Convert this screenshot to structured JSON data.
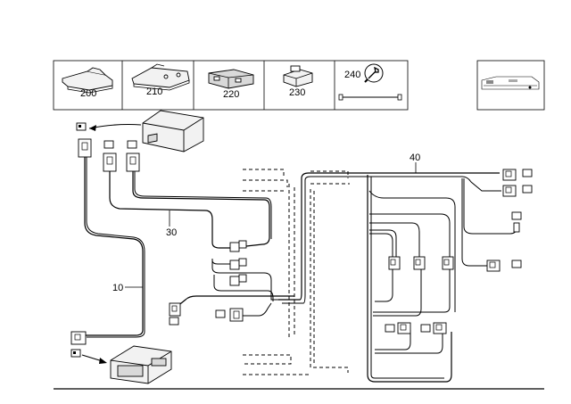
{
  "thumbnails": [
    {
      "label": "200",
      "icon": "connector-housing-icon"
    },
    {
      "label": "210",
      "icon": "bracket-icon"
    },
    {
      "label": "220",
      "icon": "connector-block-icon"
    },
    {
      "label": "230",
      "icon": "plug-icon"
    },
    {
      "label": "240",
      "icon": "repair-cable-icon"
    }
  ],
  "reference_panel": {
    "icon": "vehicle-reference-icon"
  },
  "callouts": {
    "c10": "10",
    "c30": "30",
    "c40": "40"
  }
}
